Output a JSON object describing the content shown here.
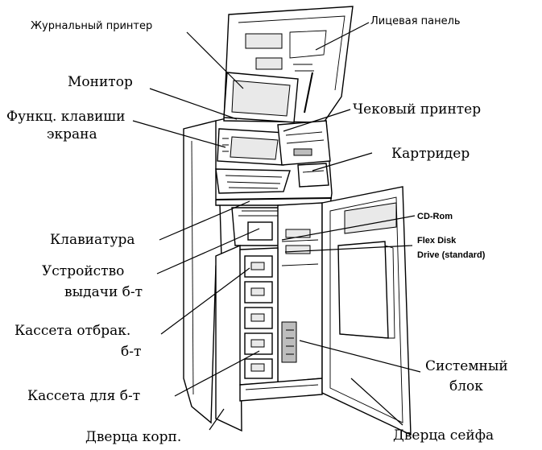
{
  "labels": {
    "journal_printer": "Журнальный принтер",
    "front_panel": "Лицевая панель",
    "monitor": "Монитор",
    "fkey_line1": "Функц. клавиши",
    "fkey_line2": "экрана",
    "receipt_printer": "Чековый принтер",
    "card_reader": "Картридер",
    "cdrom": "CD-Rom",
    "flex_line1": "Flex Disk",
    "flex_line2": "Drive (standard)",
    "keyboard": "Клавиатура",
    "dispenser_line1": "Устройство",
    "dispenser_line2": "выдачи б-т",
    "reject_line1": "Кассета отбрак.",
    "reject_line2": "б-т",
    "cassette": "Кассета для б-т",
    "system_line1": "Системный",
    "system_line2": "блок",
    "cabinet_door": "Дверца корп.",
    "safe_door": "Дверца сейфа"
  }
}
